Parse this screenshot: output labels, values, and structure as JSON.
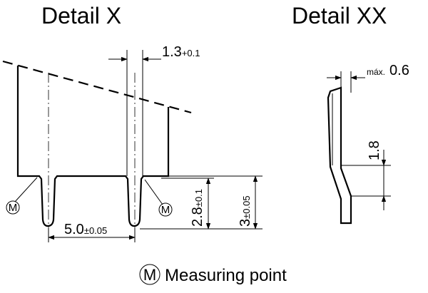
{
  "detail_x": {
    "title": "Detail  X",
    "dim_pin_width": {
      "main": "1.3",
      "tol": "+0.1"
    },
    "dim_pitch": {
      "main": "5.0",
      "tol": "±0.05"
    },
    "dim_pin_length": {
      "main": "2.8",
      "tol": "±0.1"
    },
    "dim_total": {
      "main": "3",
      "tol": "±0.05"
    },
    "measuring_marker": "M"
  },
  "detail_xx": {
    "title": "Detail  XX",
    "dim_thickness": {
      "prefix": "máx.",
      "value": "0.6"
    },
    "dim_height": "1.8"
  },
  "legend": {
    "marker": "M",
    "label": "Measuring point"
  }
}
